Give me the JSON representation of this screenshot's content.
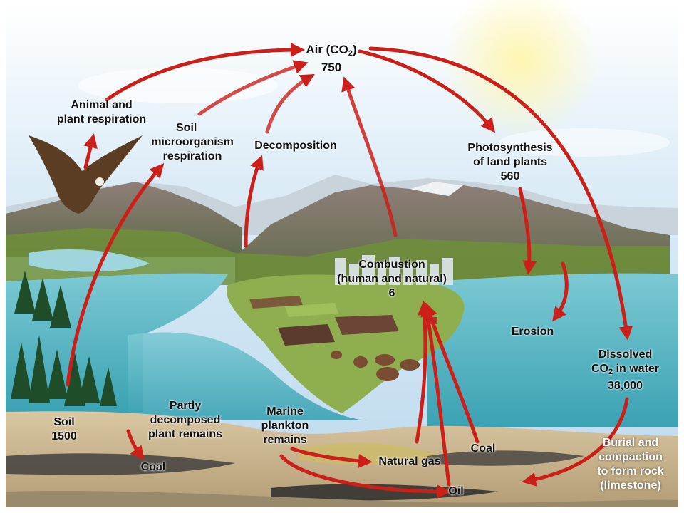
{
  "labels": {
    "air": {
      "title": "Air (CO",
      "sub": "2",
      "close": ")",
      "value": "750"
    },
    "animal_resp": {
      "l1": "Animal and",
      "l2": "plant respiration"
    },
    "soil_micro": {
      "l1": "Soil",
      "l2": "microorganism",
      "l3": "respiration"
    },
    "decomposition": "Decomposition",
    "photosynthesis": {
      "l1": "Photosynthesis",
      "l2": "of land plants",
      "value": "560"
    },
    "combustion": {
      "l1": "Combustion",
      "l2": "(human and natural)",
      "value": "6"
    },
    "erosion": "Erosion",
    "dissolved": {
      "l1": "Dissolved",
      "pre": "CO",
      "sub": "2",
      "post": " in water",
      "value": "38,000"
    },
    "soil": {
      "l1": "Soil",
      "value": "1500"
    },
    "partly": {
      "l1": "Partly",
      "l2": "decomposed",
      "l3": "plant remains"
    },
    "marine": {
      "l1": "Marine",
      "l2": "plankton",
      "l3": "remains"
    },
    "coal_left": "Coal",
    "coal_right": "Coal",
    "natural_gas": "Natural gas",
    "oil": "Oil",
    "burial": {
      "l1": "Burial and",
      "l2": "compaction",
      "l3": "to form rock",
      "l4": "(limestone)"
    }
  },
  "colors": {
    "arrow": "#cc1f1a",
    "sky": "#cfe6f5",
    "water": "#4fb3c2",
    "mountain": "#7b6a62",
    "ground": "#c8b594"
  }
}
